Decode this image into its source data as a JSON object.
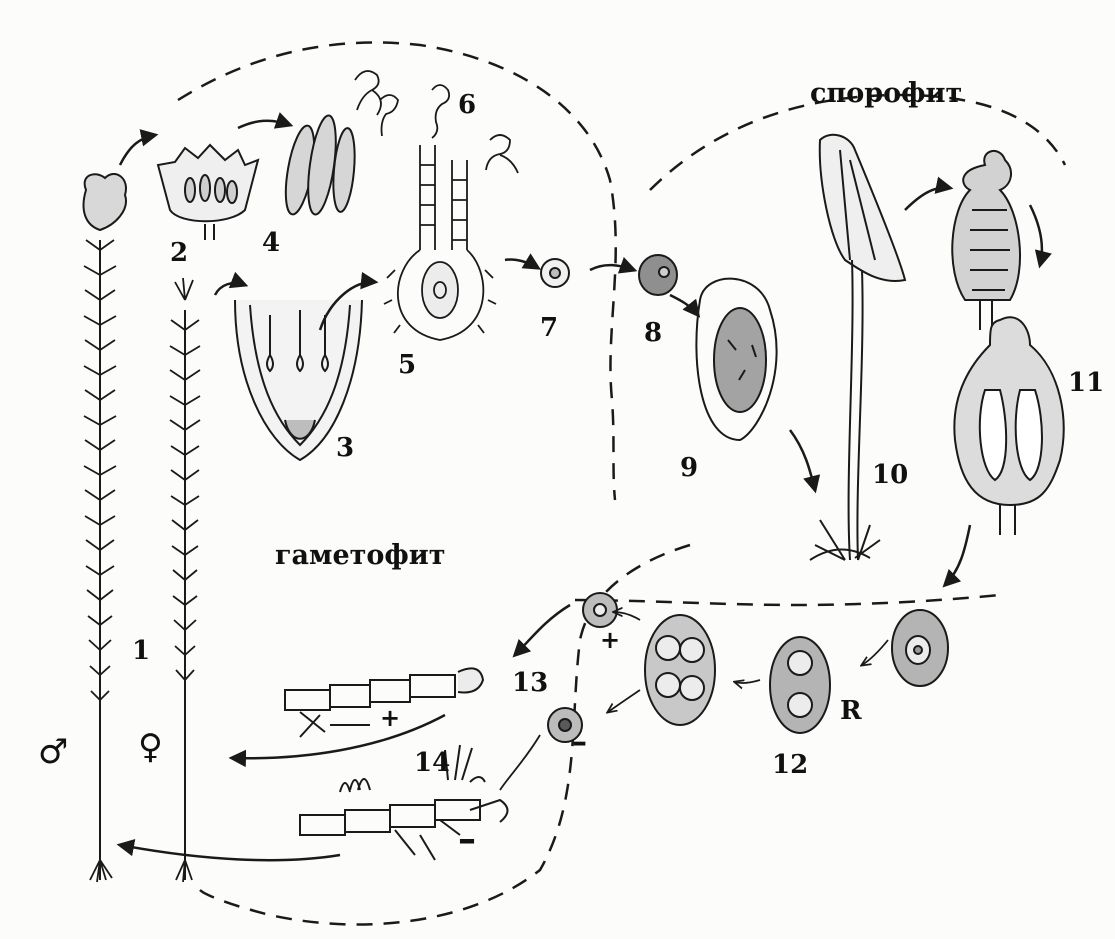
{
  "labels": {
    "sporophyte": "спорофит",
    "gametophyte": "гаметофит",
    "stage_1": "1",
    "stage_2": "2",
    "stage_3": "3",
    "stage_4": "4",
    "stage_5": "5",
    "stage_6": "6",
    "stage_7": "7",
    "stage_8": "8",
    "stage_9": "9",
    "stage_10": "10",
    "stage_11": "11",
    "stage_12": "12",
    "stage_13": "13",
    "stage_14": "14",
    "meiosis": "R",
    "male_symbol": "♂",
    "female_symbol": "♀",
    "plus_1": "+",
    "plus_2": "+",
    "minus_1": "–",
    "minus_2": "–"
  },
  "colors": {
    "ink": "#1a1a1a",
    "paper": "#fcfcfa",
    "shade": "#9a9a9a"
  }
}
